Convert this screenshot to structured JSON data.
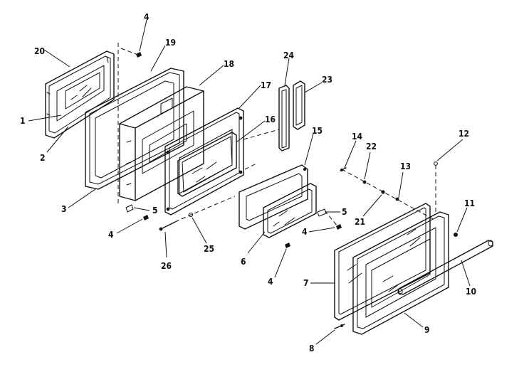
{
  "callouts": {
    "c1": "1",
    "c2": "2",
    "c3": "3",
    "c4a": "4",
    "c4b": "4",
    "c4c": "4",
    "c4d": "4",
    "c5a": "5",
    "c5b": "5",
    "c6": "6",
    "c7": "7",
    "c8": "8",
    "c9": "9",
    "c10": "10",
    "c11": "11",
    "c12": "12",
    "c13": "13",
    "c14": "14",
    "c15": "15",
    "c16": "16",
    "c17": "17",
    "c18": "18",
    "c19": "19",
    "c20": "20",
    "c21": "21",
    "c22": "22",
    "c23": "23",
    "c24": "24",
    "c25": "25",
    "c26": "26"
  }
}
